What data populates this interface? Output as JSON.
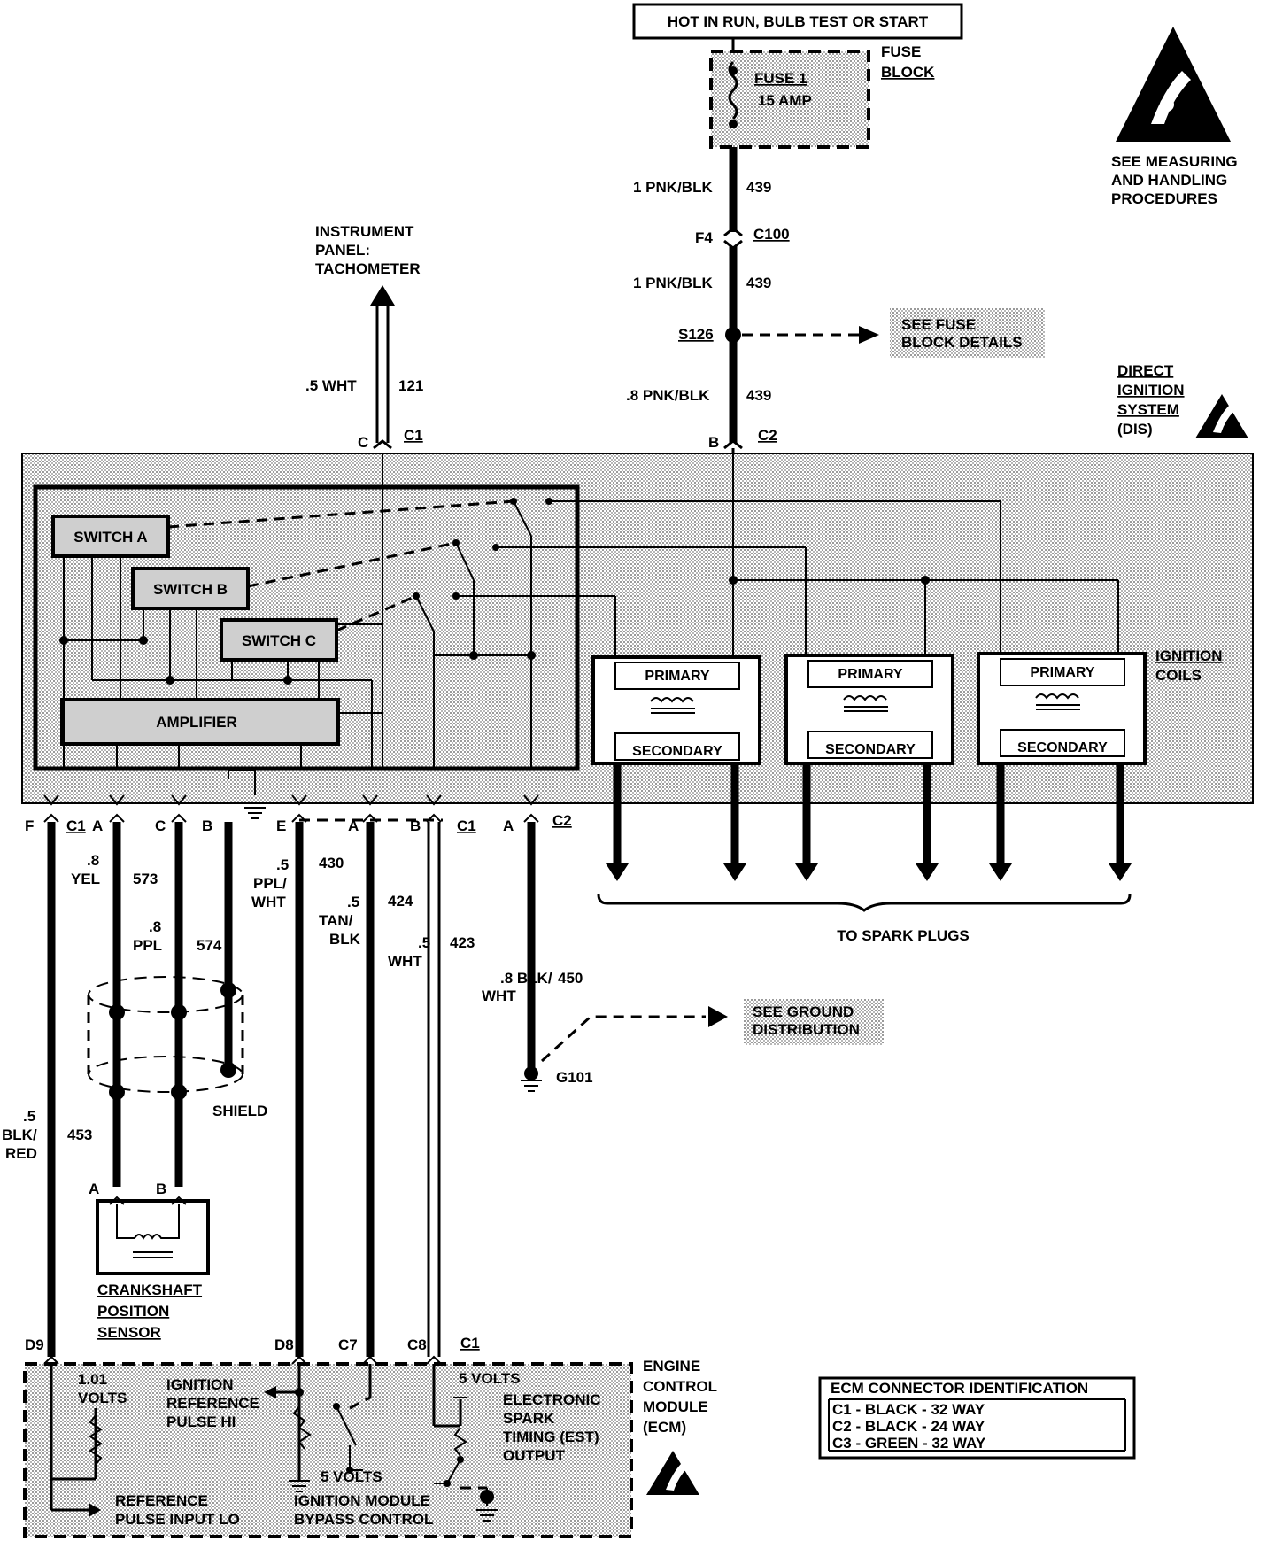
{
  "power": {
    "source": "HOT IN RUN, BULB TEST OR START",
    "fuse_block_label": [
      "FUSE",
      "BLOCK"
    ],
    "fuse_name": "FUSE 1",
    "fuse_rating": "15 AMP"
  },
  "feed_wire": {
    "seg1_gauge": "1 PNK/BLK",
    "seg1_circuit": "439",
    "connector_pin": "F4",
    "connector": "C100",
    "seg2_gauge": "1 PNK/BLK",
    "seg2_circuit": "439",
    "splice": "S126",
    "splice_ref": [
      "SEE FUSE",
      "BLOCK DETAILS"
    ],
    "seg3_gauge": ".8 PNK/BLK",
    "seg3_circuit": "439",
    "dis_pin": "B",
    "dis_connector": "C2"
  },
  "esd_note": [
    "SEE MEASURING",
    "AND HANDLING",
    "PROCEDURES"
  ],
  "tach": {
    "dest": [
      "INSTRUMENT",
      "PANEL:",
      "TACHOMETER"
    ],
    "gauge": ".5 WHT",
    "circuit": "121",
    "pin": "C",
    "connector": "C1"
  },
  "dis": {
    "label": [
      "DIRECT",
      "IGNITION",
      "SYSTEM",
      "(DIS)"
    ],
    "switches": [
      "SWITCH A",
      "SWITCH B",
      "SWITCH C"
    ],
    "amplifier": "AMPLIFIER",
    "coils_label": [
      "IGNITION",
      "COILS"
    ],
    "primary": "PRIMARY",
    "secondary": "SECONDARY",
    "spark_plugs": "TO SPARK PLUGS"
  },
  "bottom_connectors": {
    "f": "F",
    "c1a": "C1",
    "a": "A",
    "c": "C",
    "b": "B",
    "e": "E",
    "a2": "A",
    "b2": "B",
    "c1b": "C1",
    "a3": "A",
    "c2": "C2"
  },
  "wires": {
    "w453": {
      "gauge": [
        ".5",
        "BLK/",
        "RED"
      ],
      "circuit": "453"
    },
    "w573": {
      "gauge": [
        ".8",
        "YEL"
      ],
      "circuit": "573"
    },
    "w574": {
      "gauge": [
        ".8",
        "PPL"
      ],
      "circuit": "574"
    },
    "w430": {
      "gauge": [
        ".5",
        "PPL/",
        "WHT"
      ],
      "circuit": "430"
    },
    "w424": {
      "gauge": [
        ".5",
        "TAN/",
        "BLK"
      ],
      "circuit": "424"
    },
    "w423": {
      "gauge": [
        ".5",
        "WHT"
      ],
      "circuit": "423"
    },
    "w450": {
      "gauge": [
        ".8 BLK/",
        "WHT"
      ],
      "circuit": "450"
    }
  },
  "shield": "SHIELD",
  "ground": {
    "id": "G101",
    "ref": [
      "SEE GROUND",
      "DISTRIBUTION"
    ]
  },
  "sensor": {
    "pin_a": "A",
    "pin_b": "B",
    "label": [
      "CRANKSHAFT",
      "POSITION",
      "SENSOR"
    ]
  },
  "ecm": {
    "label": [
      "ENGINE",
      "CONTROL",
      "MODULE",
      "(ECM)"
    ],
    "pin_d9": "D9",
    "pin_d8": "D8",
    "pin_c7": "C7",
    "pin_c8": "C8",
    "conn": "C1",
    "v101": [
      "1.01",
      "VOLTS"
    ],
    "ref_hi": [
      "IGNITION",
      "REFERENCE",
      "PULSE HI"
    ],
    "five_volts_a": "5 VOLTS",
    "est": [
      "ELECTRONIC",
      "SPARK",
      "TIMING (EST)",
      "OUTPUT"
    ],
    "five_volts_b": "5 VOLTS",
    "ref_lo": [
      "REFERENCE",
      "PULSE INPUT LO"
    ],
    "bypass": [
      "IGNITION MODULE",
      "BYPASS CONTROL"
    ]
  },
  "ecm_id": {
    "title": "ECM CONNECTOR IDENTIFICATION",
    "rows": [
      "C1 - BLACK - 32 WAY",
      "C2 - BLACK - 24 WAY",
      "C3 - GREEN - 32 WAY"
    ]
  }
}
